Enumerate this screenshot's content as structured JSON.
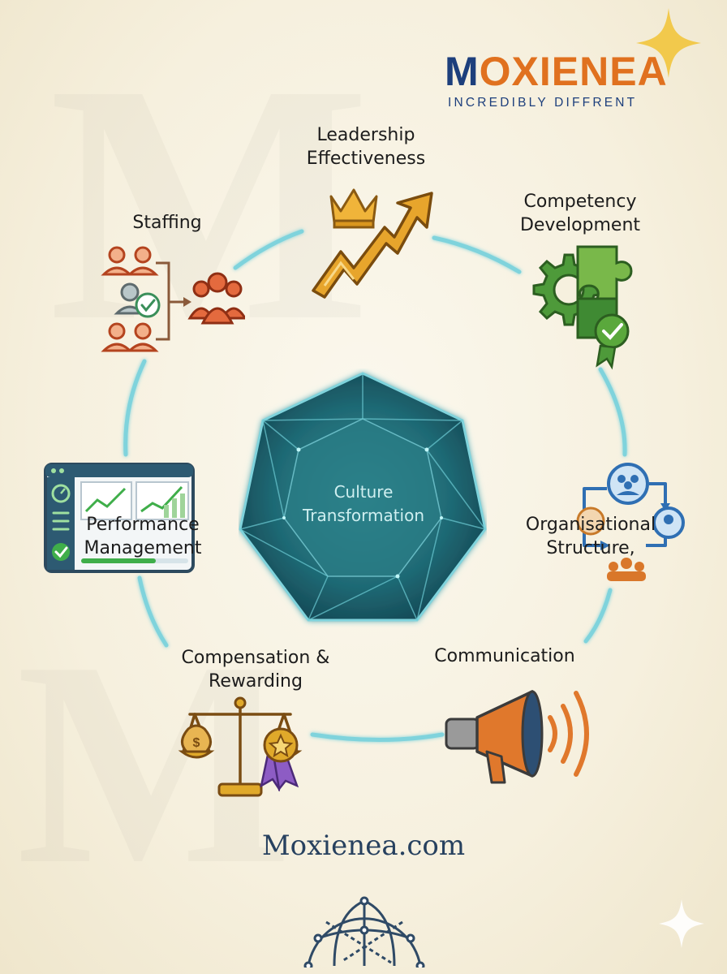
{
  "brand": {
    "name_initial": "M",
    "name_rest": "OXIENEA",
    "tagline": "INCREDIBLY DIFFRENT",
    "website": "Moxienea.com"
  },
  "center": {
    "line1": "Culture",
    "line2": "Transformation"
  },
  "nodes": {
    "leadership": {
      "line1": "Leadership",
      "line2": "Effectiveness",
      "icon": "crown-rising-arrow-icon"
    },
    "competency": {
      "line1": "Competency",
      "line2": "Development",
      "icon": "gear-puzzle-badge-icon"
    },
    "organisational": {
      "line1": "Organisational",
      "line2": "Structure,",
      "icon": "org-chart-icon"
    },
    "communication": {
      "line1": "Communication",
      "icon": "megaphone-icon"
    },
    "compensation": {
      "line1": "Compensation &",
      "line2": "Rewarding",
      "icon": "scale-money-medal-icon"
    },
    "performance": {
      "line1": "Performance",
      "line2": "Management",
      "icon": "dashboard-icon"
    },
    "staffing": {
      "line1": "Staffing",
      "icon": "people-flow-icon"
    }
  },
  "colors": {
    "ring": "#7fd3dc",
    "gem": "#1f6a75",
    "brand_blue": "#1d3f7c",
    "brand_orange": "#e0711f",
    "gold": "#e0a92a"
  }
}
